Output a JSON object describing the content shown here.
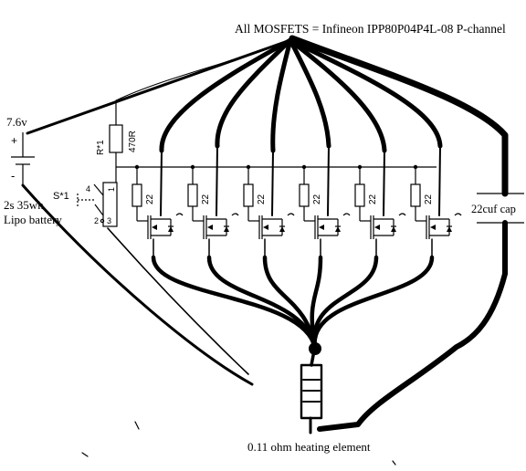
{
  "title": "All MOSFETS = Infineon IPP80P04P4L-08 P-channel",
  "battery": {
    "voltage": "7.6v",
    "plus": "+",
    "minus": "-",
    "line1": "2s 35wh",
    "line2": "Lipo battery"
  },
  "resistor_gate": {
    "ref": "R*1",
    "value": "470R"
  },
  "switch": {
    "ref": "S*1",
    "pin_top": "4",
    "pin_left": "2",
    "pin_right": "3",
    "pin_r1": "1"
  },
  "gate_resistors": [
    "22",
    "22",
    "22",
    "22",
    "22",
    "22"
  ],
  "capacitor": "22cuf cap",
  "load": "0.11 ohm heating element"
}
